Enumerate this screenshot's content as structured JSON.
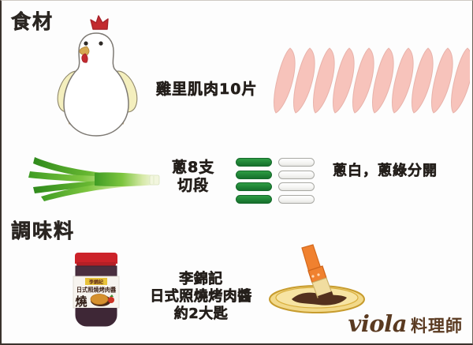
{
  "sections": {
    "ingredients_title": "食材",
    "seasoning_title": "調味料"
  },
  "items": {
    "chicken": {
      "label": "雞里肌肉10片",
      "icon": "chicken-mascot-icon",
      "meat_icon": "chicken-tenderloin-icon",
      "meat_count": 10,
      "meat_color": "#f7c3bb"
    },
    "scallion": {
      "label_line1": "蔥8支",
      "label_line2": "切段",
      "note": "蔥白，蔥綠分開",
      "icon": "scallion-bundle-icon",
      "segments_icon": "scallion-segments-icon",
      "green_rows": 4,
      "white_rows": 4,
      "green_color": "#1f8436",
      "white_color": "#ffffff"
    },
    "sauce": {
      "label_line1": "李錦記",
      "label_line2": "日式照燒烤肉醬",
      "label_line3": "約2大匙",
      "jar_icon": "sauce-jar-icon",
      "brush_icon": "basting-brush-icon",
      "dish_icon": "sauce-dish-icon",
      "jar_brand": "李錦記",
      "jar_product": "日式照燒烤肉醬",
      "jar_big_char": "燒",
      "jar_cap_color": "#cc2229",
      "jar_body_color": "#4a2f3f",
      "brush_color": "#f0812f",
      "sauce_color": "#53301d"
    }
  },
  "signature": {
    "name": "viola",
    "suffix": "料理師",
    "color": "#5a3a21"
  }
}
